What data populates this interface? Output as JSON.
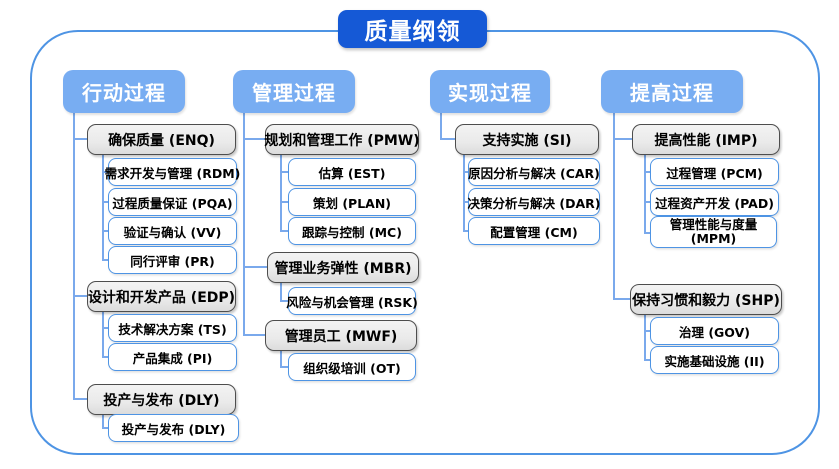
{
  "title": "质量纲领",
  "colors": {
    "title-bg": "#1559d6",
    "header-bg": "#78adf2",
    "line": "#7aa9ec",
    "blue-border": "#4e94e4",
    "gray-border": "#4d4d4d",
    "gray-bg": "#eaeaea"
  },
  "columns": [
    {
      "header": "行动过程",
      "groups": [
        {
          "title": "确保质量 (ENQ)",
          "children": [
            "需求开发与管理 (RDM)",
            "过程质量保证 (PQA)",
            "验证与确认 (VV)",
            "同行评审 (PR)"
          ]
        },
        {
          "title": "设计和开发产品 (EDP)",
          "children": [
            "技术解决方案 (TS)",
            "产品集成 (PI)"
          ]
        },
        {
          "title": "投产与发布 (DLY)",
          "children": [
            "投产与发布 (DLY)"
          ]
        }
      ]
    },
    {
      "header": "管理过程",
      "groups": [
        {
          "title": "规划和管理工作 (PMW)",
          "children": [
            "估算 (EST)",
            "策划 (PLAN)",
            "跟踪与控制 (MC)"
          ]
        },
        {
          "title": "管理业务弹性 (MBR)",
          "children": [
            "风险与机会管理 (RSK)"
          ]
        },
        {
          "title": "管理员工 (MWF)",
          "children": [
            "组织级培训 (OT)"
          ]
        }
      ]
    },
    {
      "header": "实现过程",
      "groups": [
        {
          "title": "支持实施 (SI)",
          "children": [
            "原因分析与解决 (CAR)",
            "决策分析与解决 (DAR)",
            "配置管理 (CM)"
          ]
        }
      ]
    },
    {
      "header": "提高过程",
      "groups": [
        {
          "title": "提高性能 (IMP)",
          "children": [
            "过程管理 (PCM)",
            "过程资产开发 (PAD)",
            "管理性能与度量 (MPM)"
          ]
        },
        {
          "title": "保持习惯和毅力 (SHP)",
          "children": [
            "治理 (GOV)",
            "实施基础设施 (II)"
          ]
        }
      ]
    }
  ]
}
